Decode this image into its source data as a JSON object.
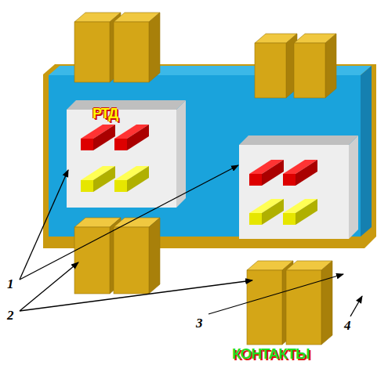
{
  "diagram": {
    "labels": [
      "РТД",
      "1",
      "2",
      "3",
      "4",
      "КОНТАКТЫ"
    ]
  }
}
